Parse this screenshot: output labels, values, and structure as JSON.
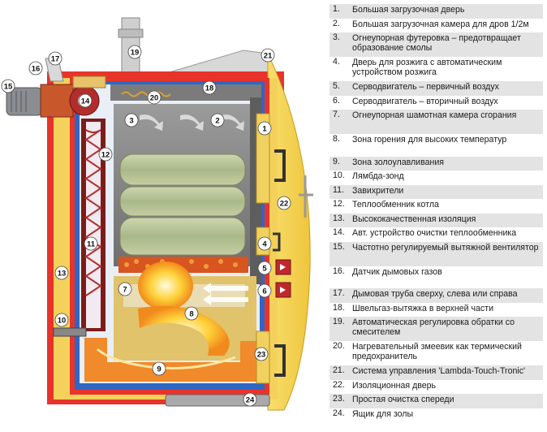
{
  "legend": [
    {
      "num": "1.",
      "text": "Большая загрузочная дверь"
    },
    {
      "num": "2.",
      "text": "Большая загрузочная камера для дров 1/2м"
    },
    {
      "num": "3.",
      "text": "Огнеупорная футеровка – предотвращает образование смолы"
    },
    {
      "num": "4.",
      "text": "Дверь для розжига с автоматическим устройством розжига"
    },
    {
      "num": "5.",
      "text": "Серводвигатель – первичный воздух"
    },
    {
      "num": "6.",
      "text": "Серводвигатель – вторичный воздух"
    },
    {
      "num": "7.",
      "text": "Огнеупорная шамотная камера сгорания"
    },
    {
      "num": "8.",
      "text": "Зона горения для высоких температур"
    },
    {
      "num": "9.",
      "text": "Зона золоулавливания"
    },
    {
      "num": "10.",
      "text": "Лямбда-зонд"
    },
    {
      "num": "11.",
      "text": "Завихрители"
    },
    {
      "num": "12.",
      "text": "Теплообменник котла"
    },
    {
      "num": "13.",
      "text": "Высококачественная изоляция"
    },
    {
      "num": "14.",
      "text": "Авт. устройство очистки теплообменника"
    },
    {
      "num": "15.",
      "text": "Частотно регулируемый вытяжной вентилятор"
    },
    {
      "num": "16.",
      "text": "Датчик дымовых газов"
    },
    {
      "num": "17.",
      "text": "Дымовая труба сверху, слева или справа"
    },
    {
      "num": "18.",
      "text": "Швельгаз-вытяжка в верхней части"
    },
    {
      "num": "19.",
      "text": "Автоматическая регулировка обратки со смесителем"
    },
    {
      "num": "20.",
      "text": "Нагревательный змеевик как термический предохранитель"
    },
    {
      "num": "21.",
      "text": "Система управления 'Lambda-Touch-Tronic'"
    },
    {
      "num": "22.",
      "text": "Изоляционная дверь"
    },
    {
      "num": "23.",
      "text": "Простая очистка спереди"
    },
    {
      "num": "24.",
      "text": "Ящик для золы"
    }
  ],
  "callouts": [
    "1",
    "2",
    "3",
    "4",
    "5",
    "6",
    "7",
    "8",
    "9",
    "10",
    "11",
    "12",
    "13",
    "14",
    "15",
    "16",
    "17",
    "18",
    "19",
    "20",
    "21",
    "22",
    "23",
    "24"
  ],
  "colors": {
    "outer_shell": "#e8332a",
    "insulation": "#f3d15a",
    "water_jacket": "#2f66c4",
    "chamber": "#8a8a8a",
    "wood": "#b9c79a",
    "refractory": "#e0c36a",
    "flame": "#ffd23a",
    "grid_shade": "#e3e3e3"
  }
}
